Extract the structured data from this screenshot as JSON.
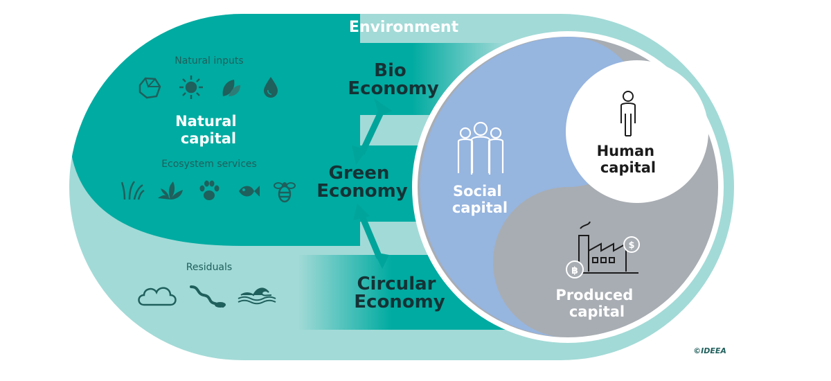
{
  "environment_label": "Environment",
  "natural_capital": {
    "inputs_label": "Natural inputs",
    "title_line1": "Natural",
    "title_line2": "capital",
    "services_label": "Ecosystem services",
    "input_icons": [
      "rock-icon",
      "sun-icon",
      "leaves-icon",
      "water-drop-icon"
    ],
    "service_icons": [
      "grass-icon",
      "plant-icon",
      "paw-icon",
      "fish-icon",
      "bee-icon"
    ]
  },
  "residuals": {
    "label": "Residuals",
    "icons": [
      "cloud-icon",
      "river-icon",
      "wave-icon"
    ]
  },
  "economies": {
    "bio_line1": "Bio",
    "bio_line2": "Economy",
    "green_line1": "Green",
    "green_line2": "Economy",
    "circular_line1": "Circular",
    "circular_line2": "Economy"
  },
  "social_capital": {
    "line1": "Social",
    "line2": "capital"
  },
  "human_capital": {
    "line1": "Human",
    "line2": "capital"
  },
  "produced_capital": {
    "line1": "Produced",
    "line2": "capital"
  },
  "copyright": "©IDEEA",
  "colors": {
    "teal_dark": "#00aba1",
    "teal_light": "#a2dad7",
    "social_blue": "#96b5df",
    "produced_gray": "#a8adb3",
    "text_dark": "#153235"
  }
}
